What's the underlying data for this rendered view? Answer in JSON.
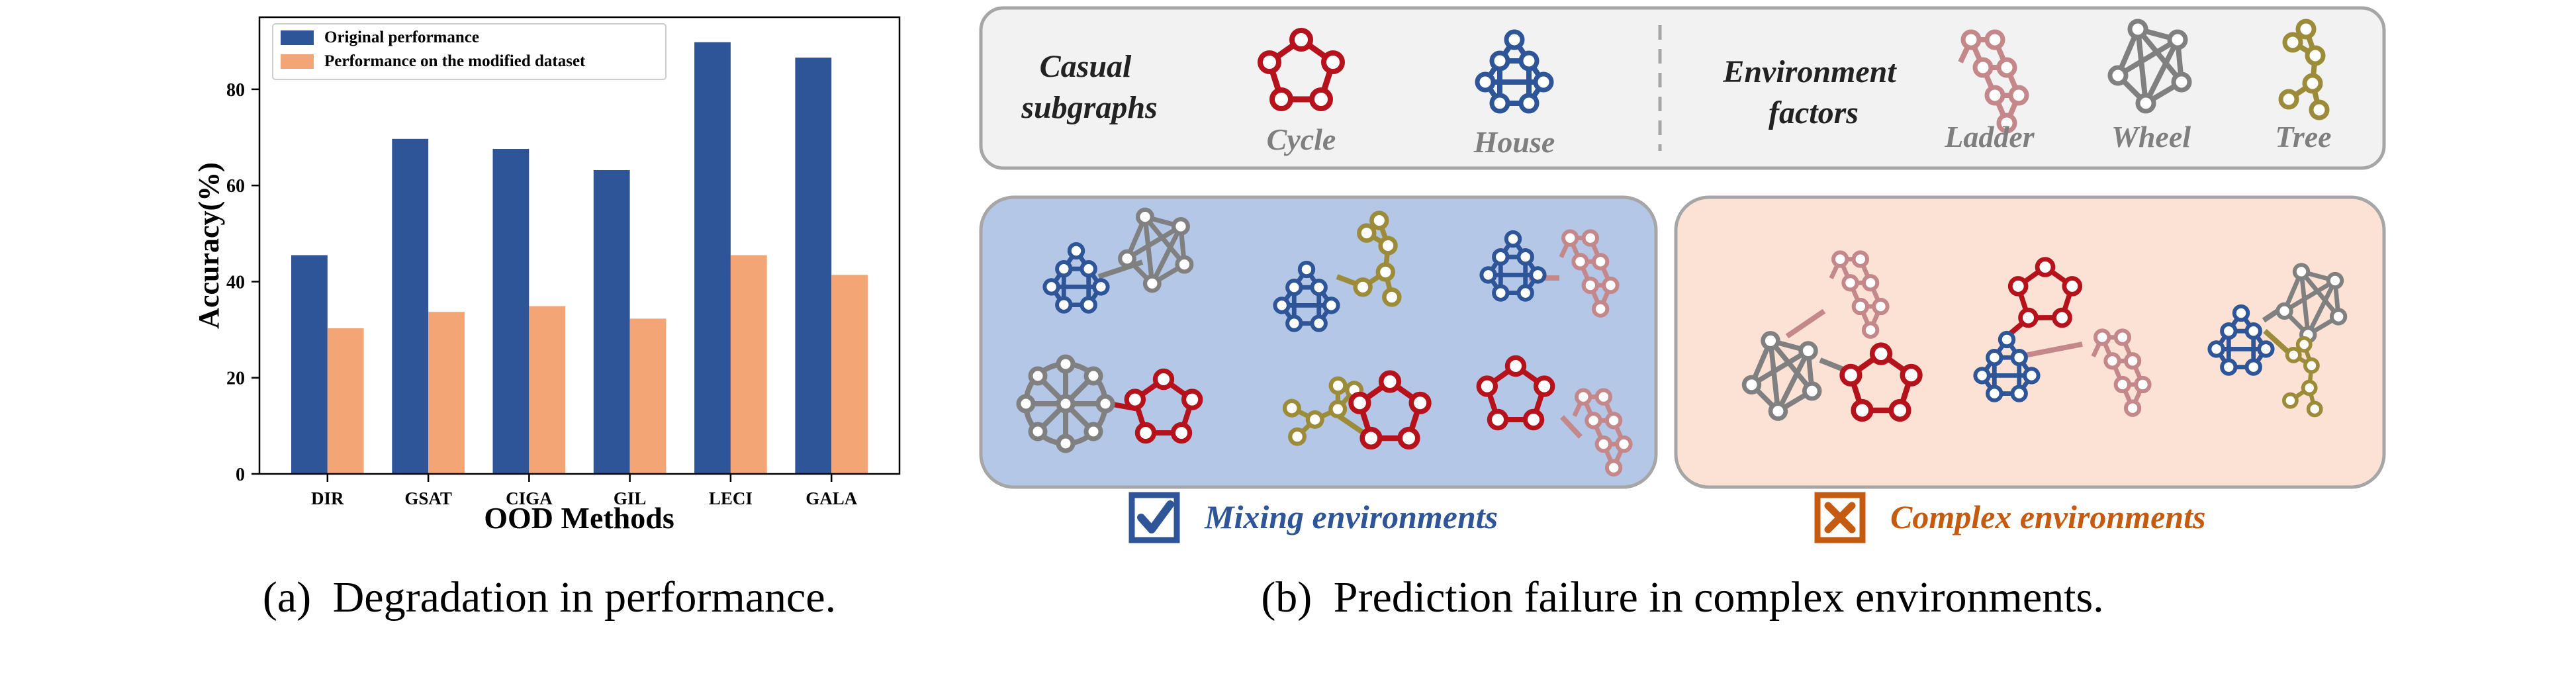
{
  "chart_data": {
    "type": "bar",
    "categories": [
      "DIR",
      "GSAT",
      "CIGA",
      "GIL",
      "LECI",
      "GALA"
    ],
    "series": [
      {
        "name": "Original performance",
        "values": [
          45.5,
          69.7,
          67.6,
          63.2,
          89.8,
          86.6
        ],
        "color": "#2e5597"
      },
      {
        "name": "Performance on the modified dataset",
        "values": [
          30.3,
          33.7,
          34.9,
          32.3,
          45.5,
          41.4
        ],
        "color": "#f4a575"
      }
    ],
    "xlabel": "OOD Methods",
    "ylabel": "Accuracy(%)",
    "ylim": [
      0,
      95
    ],
    "yticks": [
      0,
      20,
      40,
      60,
      80
    ],
    "grid": false,
    "legend": "top-left"
  },
  "captions": {
    "a_tag": "(a)",
    "a_text": "Degradation in performance.",
    "b_tag": "(b)",
    "b_text": "Prediction failure in complex environments."
  },
  "diagram": {
    "causal_title": "Casual\nsubgraphs",
    "env_title": "Environment\nfactors",
    "motifs": [
      "Cycle",
      "House",
      "Ladder",
      "Wheel",
      "Tree"
    ],
    "mixing_label": "Mixing environments",
    "complex_label": "Complex environments",
    "colors": {
      "cycle": "#b5121b",
      "house": "#2e5597",
      "ladder": "#c4878a",
      "wheel": "#808080",
      "tree": "#9c8c3a",
      "mixing_panel": "#b4c7e7",
      "complex_panel": "#fbe2d5",
      "header_panel": "#f2f2f2",
      "complex_text": "#c55a11"
    }
  }
}
